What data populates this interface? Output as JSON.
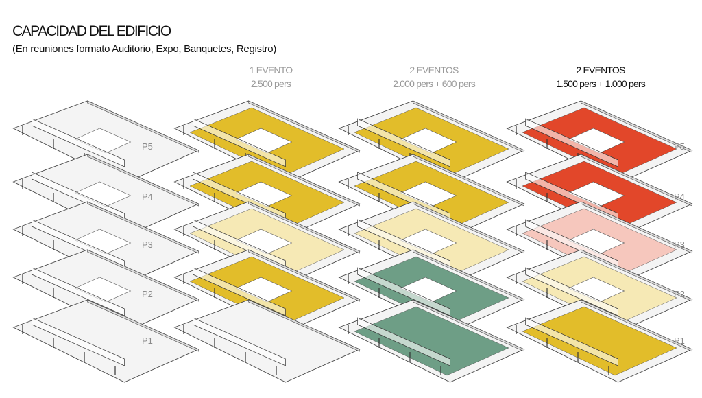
{
  "title": "CAPACIDAD DEL EDIFICIO",
  "subtitle": "(En reuniones formato Auditorio, Expo, Banquetes, Registro)",
  "scenarios": [
    {
      "line1": "1 EVENTO",
      "line2": "2.500 pers"
    },
    {
      "line1": "2 EVENTOS",
      "line2": "2.000 pers + 600 pers"
    },
    {
      "line1": "2 EVENTOS",
      "line2": "1.500 pers + 1.000 pers"
    }
  ],
  "floors": [
    "P5",
    "P4",
    "P3",
    "P2",
    "P1"
  ],
  "colors": {
    "event_a": "#e2bd2a",
    "event_a_light": "#f6e9b5",
    "event_b": "#6e9e86",
    "event_b_light": "#d7e6de",
    "event_c": "#e2472a",
    "event_c_light": "#f6c7bd"
  },
  "highlights": [
    [
      "none",
      "none",
      "none",
      "none",
      "none"
    ],
    [
      "event_a",
      "event_a",
      "event_a_light",
      "event_a",
      "none"
    ],
    [
      "event_a",
      "event_a",
      "event_a_light",
      "event_b",
      "event_b"
    ],
    [
      "event_c",
      "event_c",
      "event_c_light",
      "event_a_light",
      "event_a"
    ]
  ]
}
